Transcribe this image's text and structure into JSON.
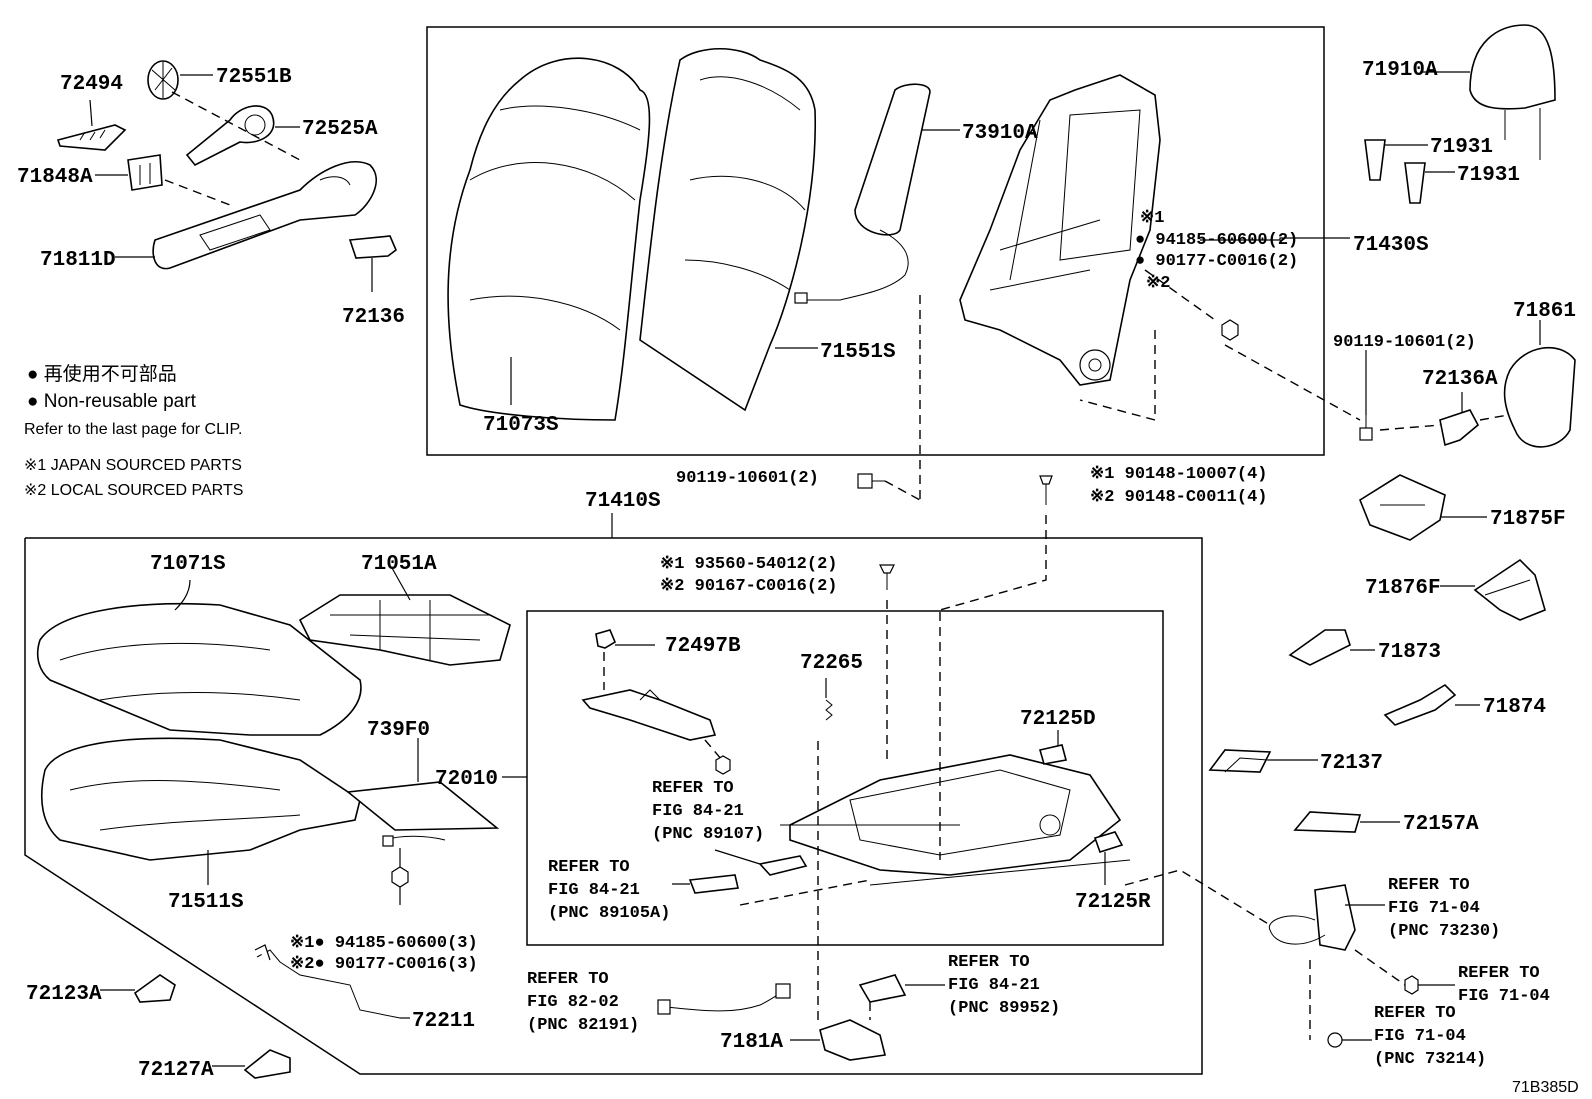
{
  "drawing_id": "71B385D",
  "legend": {
    "reuse_symbol": "●",
    "reuse_jp": "再使用不可部品",
    "reuse_en": "Non-reusable part",
    "clip_note": "Refer to the last page for CLIP.",
    "source1": "※1  JAPAN SOURCED PARTS",
    "source2": "※2  LOCAL SOURCED PARTS"
  },
  "labels": {
    "p72494": "72494",
    "p72551B": "72551B",
    "p72525A": "72525A",
    "p71848A": "71848A",
    "p71811D": "71811D",
    "p72136": "72136",
    "p71073S": "71073S",
    "p71551S": "71551S",
    "p73910A": "73910A",
    "p71430S": "71430S",
    "p71910A": "71910A",
    "p71931a": "71931",
    "p71931b": "71931",
    "p71861": "71861",
    "p72136A": "72136A",
    "p71875F": "71875F",
    "p71876F": "71876F",
    "p71873": "71873",
    "p71874": "71874",
    "p72137": "72137",
    "p72157A": "72157A",
    "p71410S": "71410S",
    "p71071S": "71071S",
    "p71051A": "71051A",
    "p739F0": "739F0",
    "p72010": "72010",
    "p71511S": "71511S",
    "p72497B": "72497B",
    "p72265": "72265",
    "p72125D": "72125D",
    "p72125R": "72125R",
    "p72123A": "72123A",
    "p72127A": "72127A",
    "p72211": "72211",
    "p7181A": "7181A"
  },
  "fasteners": {
    "f1_mark": "※1",
    "f1_a": "● 94185-60600(2)",
    "f1_b": "● 90177-C0016(2)",
    "f1_mark2": "※2",
    "f2": "90119-10601(2)",
    "f3": "90119-10601(2)",
    "f4_a": "※1 90148-10007(4)",
    "f4_b": "※2 90148-C0011(4)",
    "f5_a": "※1 93560-54012(2)",
    "f5_b": "※2 90167-C0016(2)",
    "f6_a": "※1● 94185-60600(3)",
    "f6_b": "※2● 90177-C0016(3)"
  },
  "refs": {
    "r1": [
      "REFER TO",
      "FIG 84-21",
      "(PNC 89107)"
    ],
    "r2": [
      "REFER TO",
      "FIG 84-21",
      "(PNC 89105A)"
    ],
    "r3": [
      "REFER TO",
      "FIG 82-02",
      "(PNC 82191)"
    ],
    "r4": [
      "REFER TO",
      "FIG 84-21",
      "(PNC 89952)"
    ],
    "r5": [
      "REFER TO",
      "FIG 71-04",
      "(PNC 73230)"
    ],
    "r6": [
      "REFER TO",
      "FIG 71-04"
    ],
    "r7": [
      "REFER TO",
      "FIG 71-04",
      "(PNC 73214)"
    ]
  }
}
